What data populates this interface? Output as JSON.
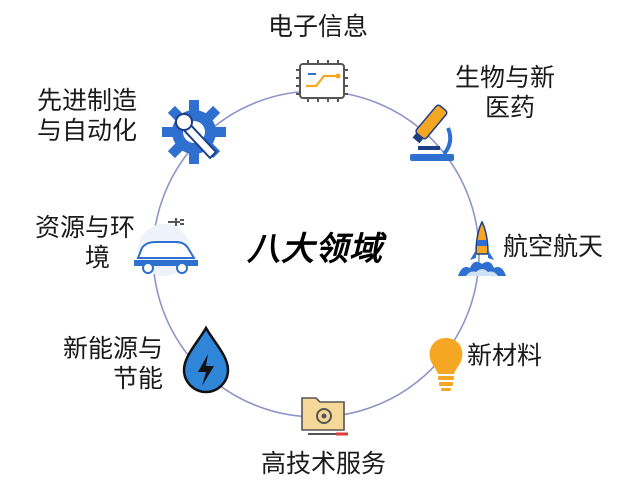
{
  "center_title": "八大领域",
  "colors": {
    "circle": "#8c95c8",
    "blue": "#2f6fcf",
    "dark_blue": "#1d3f86",
    "orange": "#f5a623",
    "gray": "#7a7a7a"
  },
  "domains": [
    {
      "key": "electronics",
      "lines": [
        "电子信息"
      ],
      "icon": "chip-icon"
    },
    {
      "key": "bio",
      "lines": [
        "生物与新",
        "医药"
      ],
      "icon": "microscope-icon"
    },
    {
      "key": "aero",
      "lines": [
        "航空航天"
      ],
      "icon": "rocket-icon"
    },
    {
      "key": "materials",
      "lines": [
        "新材料"
      ],
      "icon": "lightbulb-icon"
    },
    {
      "key": "services",
      "lines": [
        "高技术服务"
      ],
      "icon": "folder-gear-icon"
    },
    {
      "key": "energy",
      "lines": [
        "新能源与",
        "节能"
      ],
      "icon": "water-drop-bolt-icon"
    },
    {
      "key": "environment",
      "lines": [
        "资源与环",
        "境"
      ],
      "icon": "electric-car-icon"
    },
    {
      "key": "manufacturing",
      "lines": [
        "先进制造",
        "与自动化"
      ],
      "icon": "gear-wrench-icon"
    }
  ]
}
